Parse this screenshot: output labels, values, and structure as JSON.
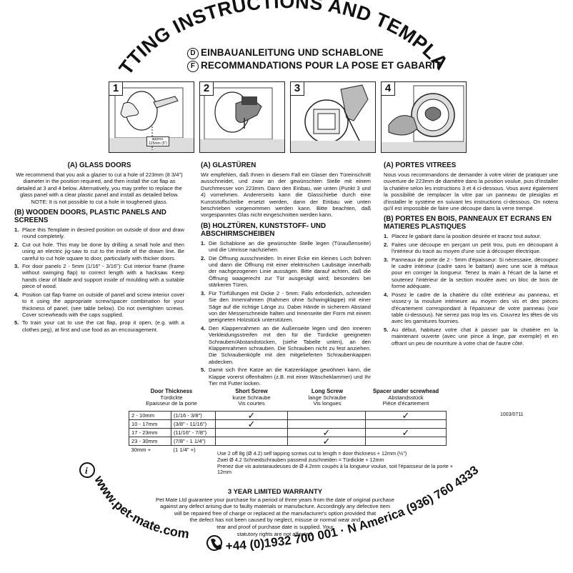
{
  "title": "FITTING INSTRUCTIONS AND TEMPLATE",
  "subtitles": [
    {
      "badge": "D",
      "text": "EINBAUANLEITUNG UND SCHABLONE"
    },
    {
      "badge": "F",
      "text": "RECOMMANDATIONS POUR LA POSE ET GABARIT"
    }
  ],
  "steps": [
    "1",
    "2",
    "3",
    "4"
  ],
  "approx_note": "approx. 125mm (5\")",
  "en": {
    "a_title": "(A) GLASS DOORS",
    "a_text": "We recommend that you ask a glazier to cut a hole of 223mm (8 3/4\") diameter in the position required, and then install the cat flap as detailed at 3 and 4 below. Alternatively, you may prefer to replace the glass panel with a clear plastic panel and install as detailed below. NOTE: It is not possible to cut a hole in toughened glass.",
    "b_title": "(B) WOODEN DOORS, PLASTIC PANELS AND SCREENS",
    "items": [
      {
        "n": "1.",
        "t": "Place this Template in desired position on outside of door and draw round completely."
      },
      {
        "n": "2.",
        "t": "Cut out hole. This may be done by drilling a small hole and then using an electric jig-saw to cut to the inside of the drawn line. Be careful to cut hole square to door, particularly with thicker doors."
      },
      {
        "n": "3.",
        "t": "For door panels 2 - 5mm (1/16\" - 3/16\"): Cut interior frame (frame without swinging flap) to correct length with a hacksaw. Keep hands clear of blade and support inside of moulding with a suitable piece of wood."
      },
      {
        "n": "4.",
        "t": "Position cat flap frame on outside of panel and screw interior cover to it using the appropriate screw/spacer combination for your thickness of panel, (see table below). Do not overtighten screws. Cover screwheads with the caps supplied."
      },
      {
        "n": "5.",
        "t": "To train your cat to use the cat flap, prop it open, (e.g. with a clothes peg), at first and use food as an encouragement."
      }
    ]
  },
  "de": {
    "a_title": "(A) GLASTÜREN",
    "a_text": "Wir empfehlen, daß Ihnen in diesem Fall ein Glaser den Türeinschnitt ausschneidet, und zwar an der gewünschten Stelle mit einem Durchmesser von 223mm. Dann den Einbau, wie unten (Punkt 3 und 4) vornehmen. Andererseits kann die Glasschiebe durch eine Kunststoffscheibe ersetzt werden, dann der Einbau wie unten beschrieben vorgenommen werden kann. Bitte beachten, daß vorgespanntes Glas nicht eingeschnitten werden kann.",
    "b_title": "(B) HOLZTÜREN, KUNSTSTOFF- UND ABSCHIRMSCHEIBEN",
    "items": [
      {
        "n": "1.",
        "t": "Die Schablone an die gewünschte Stelle legen (Türaußenseite) und die Umrisse nachziehen."
      },
      {
        "n": "2.",
        "t": "Die Öffnung ausschneiden. In einer Ecke ein kleines Loch bohren und dann die Öffnung mit einer elektrischen Laubsäge innerhalb der nachgezogenen Linie aussägen. Bitte darauf achten, daß die Öffnung waagerecht zur Tür ausgesägt wird; besonders bei stärkeren Türen."
      },
      {
        "n": "3.",
        "t": "Für Türfüllungen mit Dicke 2 - 5mm: Falls erforderlich, schneiden Sie den Innenrahmen (Rahmen ohne Schwingklappe) mit einer Säge auf die richtige Länge zu. Dabei Hände in sicherem Abstand von der Messerschneide halten und Innenseite der Form mit einem geeigneten Holzstück unterstützen."
      },
      {
        "n": "4.",
        "t": "Den Klappenrahmen an die Außenseite legen und den inneren Verkleidungsstreifen mit den für die Türdicke geeigneten Schrauben/Abstandstücken, (siehe Tabelle unten), an den Klappenrahmen schrauben. Die Schrauben nicht zu fest anziehen. Die Schraubenköpfe mit den mitgelieferten Schraubenkappen abdecken."
      },
      {
        "n": "5.",
        "t": "Damit sich Ihre Katze an die Katzenklappe gewöhnen kann, die Klappe vorerst offenhalten (z.B. mit einer Wäscheklammer) und Ihr Tier mit Futter locken."
      }
    ]
  },
  "fr": {
    "a_title": "(A) PORTES VITREES",
    "a_text": "Nous vous recommandons de demander à votre vitrier de pratiquer une ouverture de 223mm de diamètre dans la position voulue, puis d'installer la chatière selon les instructions 3 et 4 ci-dessous. Vous avez également la possibilité de remplacer la vitre par un panneau de plexiglas et d'installer le système en suivant les instructions ci-dessous. On notera qu'il est impossible de faire une découpe dans la verre trempé.",
    "b_title": "(B) PORTES EN BOIS, PANNEAUX ET ECRANS EN MATIERES PLASTIQUES",
    "items": [
      {
        "n": "1.",
        "t": "Placez le gabarit dans la position désirée et tracez tout autour."
      },
      {
        "n": "2.",
        "t": "Faites une découpe en perçant un petit trou, puis en découpant à l'intérieur du tracé au moyen d'une scie à découper électrique."
      },
      {
        "n": "3.",
        "t": "Panneaux de porte de 2 - 5mm d'épaisseur: Si nécessaire, découpez le cadre intérieur (cadre sans le battant) avec une scie à métaux pour en corriger la longueur. Tenez la main à l'écart de la lame et soutenez l'intérieur de la section moulée avec un bloc de bois de forme adéquate."
      },
      {
        "n": "4.",
        "t": "Posez le cadre de la chatière du côté extérieur au panneau, et vissez-y la moulure intérieure au moyen des vis et des pièces d'écartement correspondant à l'épaisseur de votre panneau (voir table ci-dessous). Ne serrez pas trop les vis. Couvrez les têtes de vis avec les garnitures fournies."
      },
      {
        "n": "5.",
        "t": "Au début, habituez votre chat à passer par la chatière en la maintenant ouverte (avec une pince à linge, par exemple) et en offrant un peu de nourriture à votre chat de l'autre côté."
      }
    ]
  },
  "table": {
    "headers": [
      {
        "en": "Door Thickness",
        "de": "Türdickte",
        "fr": "Epaisseur de la porte"
      },
      {
        "en": "Short Screw",
        "de": "kurze Schraube",
        "fr": "Vis courtes"
      },
      {
        "en": "Long Screw",
        "de": "lange Schraube",
        "fr": "Vis longues"
      },
      {
        "en": "Spacer under screwhead",
        "de": "Abstandsstück",
        "fr": "Pièce d'écartement"
      }
    ],
    "rows": [
      {
        "mm": "2 - 10mm",
        "inch": "(1/16 - 3/8\")",
        "short": "✓",
        "long": "",
        "spacer": "✓"
      },
      {
        "mm": "10 - 17mm",
        "inch": "(3/8\" - 11/16\")",
        "short": "✓",
        "long": "",
        "spacer": ""
      },
      {
        "mm": "17 - 23mm",
        "inch": "(11/16\" - 7/8\")",
        "short": "",
        "long": "✓",
        "spacer": "✓"
      },
      {
        "mm": "23 - 30mm",
        "inch": "(7/8\" - 1 1/4\")",
        "short": "",
        "long": "✓",
        "spacer": ""
      }
    ],
    "last_mm": "30mm +",
    "last_inch": "(1 1/4\" +)",
    "note_en": "Use 2 off 8g (Ø 4.2) self tapping screws cut to length = door thickness + 12mm (½\")",
    "note_de": "Zwei Ø 4.2 Schneidschrauben passend zuschneiden = Türdickte + 12mm",
    "note_fr": "Prenez due vis autotaraudeuses de Ø 4.2mm coupés à la longueur voulue, soit l'épaisseur de la porte + 12mm"
  },
  "ref_code": "1003/0711",
  "website": "www.pet-mate.com",
  "warranty": {
    "title": "3 YEAR LIMITED WARRANTY",
    "lines": [
      "Pet Mate Ltd guarantee your purchase for a period of three years from the date of original purchase",
      "against any defect arising due to faulty materials or manufacture. Accordingly any defective item",
      "will be repaired free of charge or replaced at the manufacturer's option provided that",
      "the defect has not been caused by neglect, misuse or normal wear and",
      "tear and proof of purchase date is supplied. Your",
      "statutory rights are not affected."
    ]
  },
  "phone_uk": "+44 (0)1932 700 001",
  "phone_sep": " · ",
  "phone_na": "N America (936) 760 4333"
}
